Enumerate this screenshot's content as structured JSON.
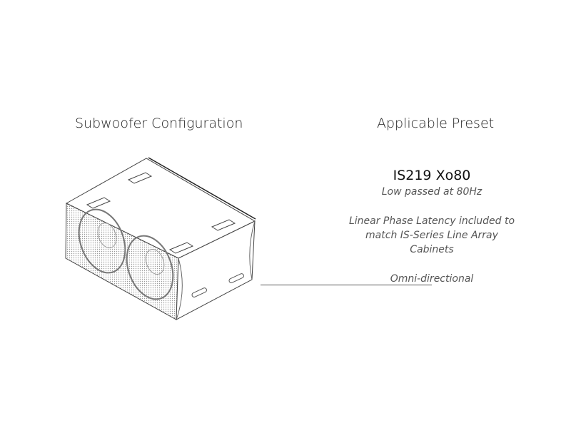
{
  "left_heading": "Subwoofer Configuration",
  "right_heading": "Applicable Preset",
  "preset": {
    "name": "IS219 Xo80",
    "filter": "Low passed at 80Hz",
    "latency_note": "Linear Phase Latency included to match IS-Series Line Array Cabinets",
    "directivity": "Omni-directional"
  }
}
